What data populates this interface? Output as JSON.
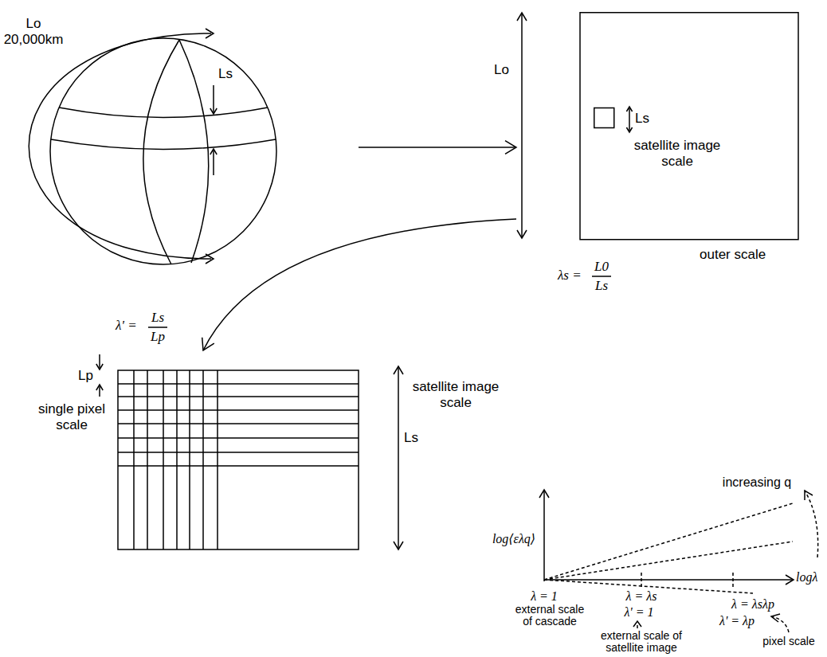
{
  "diagram": {
    "nodes": [
      {
        "text": [
          "Lo 20,000km",
          "Ls"
        ]
      },
      {
        "text": [
          "Lo",
          "outer scale"
        ]
      },
      {
        "text": [
          "Ls",
          "satellite image scale"
        ],
        "in": 1
      },
      {
        "text": [
          "Lp",
          "single pixel scale",
          "satellite image scale",
          "Ls"
        ]
      }
    ],
    "edges": [
      {
        "from": 0,
        "to": 1,
        "arrow": "to"
      },
      {
        "from": 1,
        "to": 3,
        "arrow": "to"
      }
    ],
    "labels": [
      "λs =",
      "L0",
      "Ls",
      "λ' =",
      "Ls",
      "Lp",
      "log⟨ελq⟩",
      "logλ",
      "increasing q",
      "λ = 1",
      "external scale of cascade",
      "λ = λs",
      "λ = λsλp",
      "λ' = 1",
      "external scale of satellite image",
      "λ' = λp",
      "pixel scale"
    ]
  }
}
